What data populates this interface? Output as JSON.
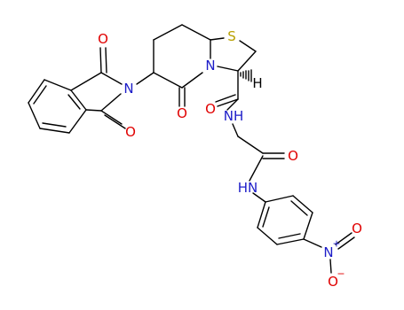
{
  "atoms": {
    "thiazole_s": "S",
    "ring_n": "N",
    "stereo_h": "H",
    "phthalimide_n": "N",
    "phthalimide_o_top": "O",
    "phthalimide_o_bottom": "O",
    "lactam_o": "O",
    "amide1_o": "O",
    "amide1_nh": "NH",
    "amide2_o": "O",
    "amide2_nh": "HN",
    "nitro_n": "N",
    "nitro_n_charge": "+",
    "nitro_o_top": "O",
    "nitro_o_bottom": "O",
    "nitro_o_charge": "−"
  },
  "colors": {
    "carbon_bonds": "#000000",
    "oxygen": "#e00000",
    "nitrogen": "#1c1cc8",
    "sulfur": "#b8a000"
  }
}
